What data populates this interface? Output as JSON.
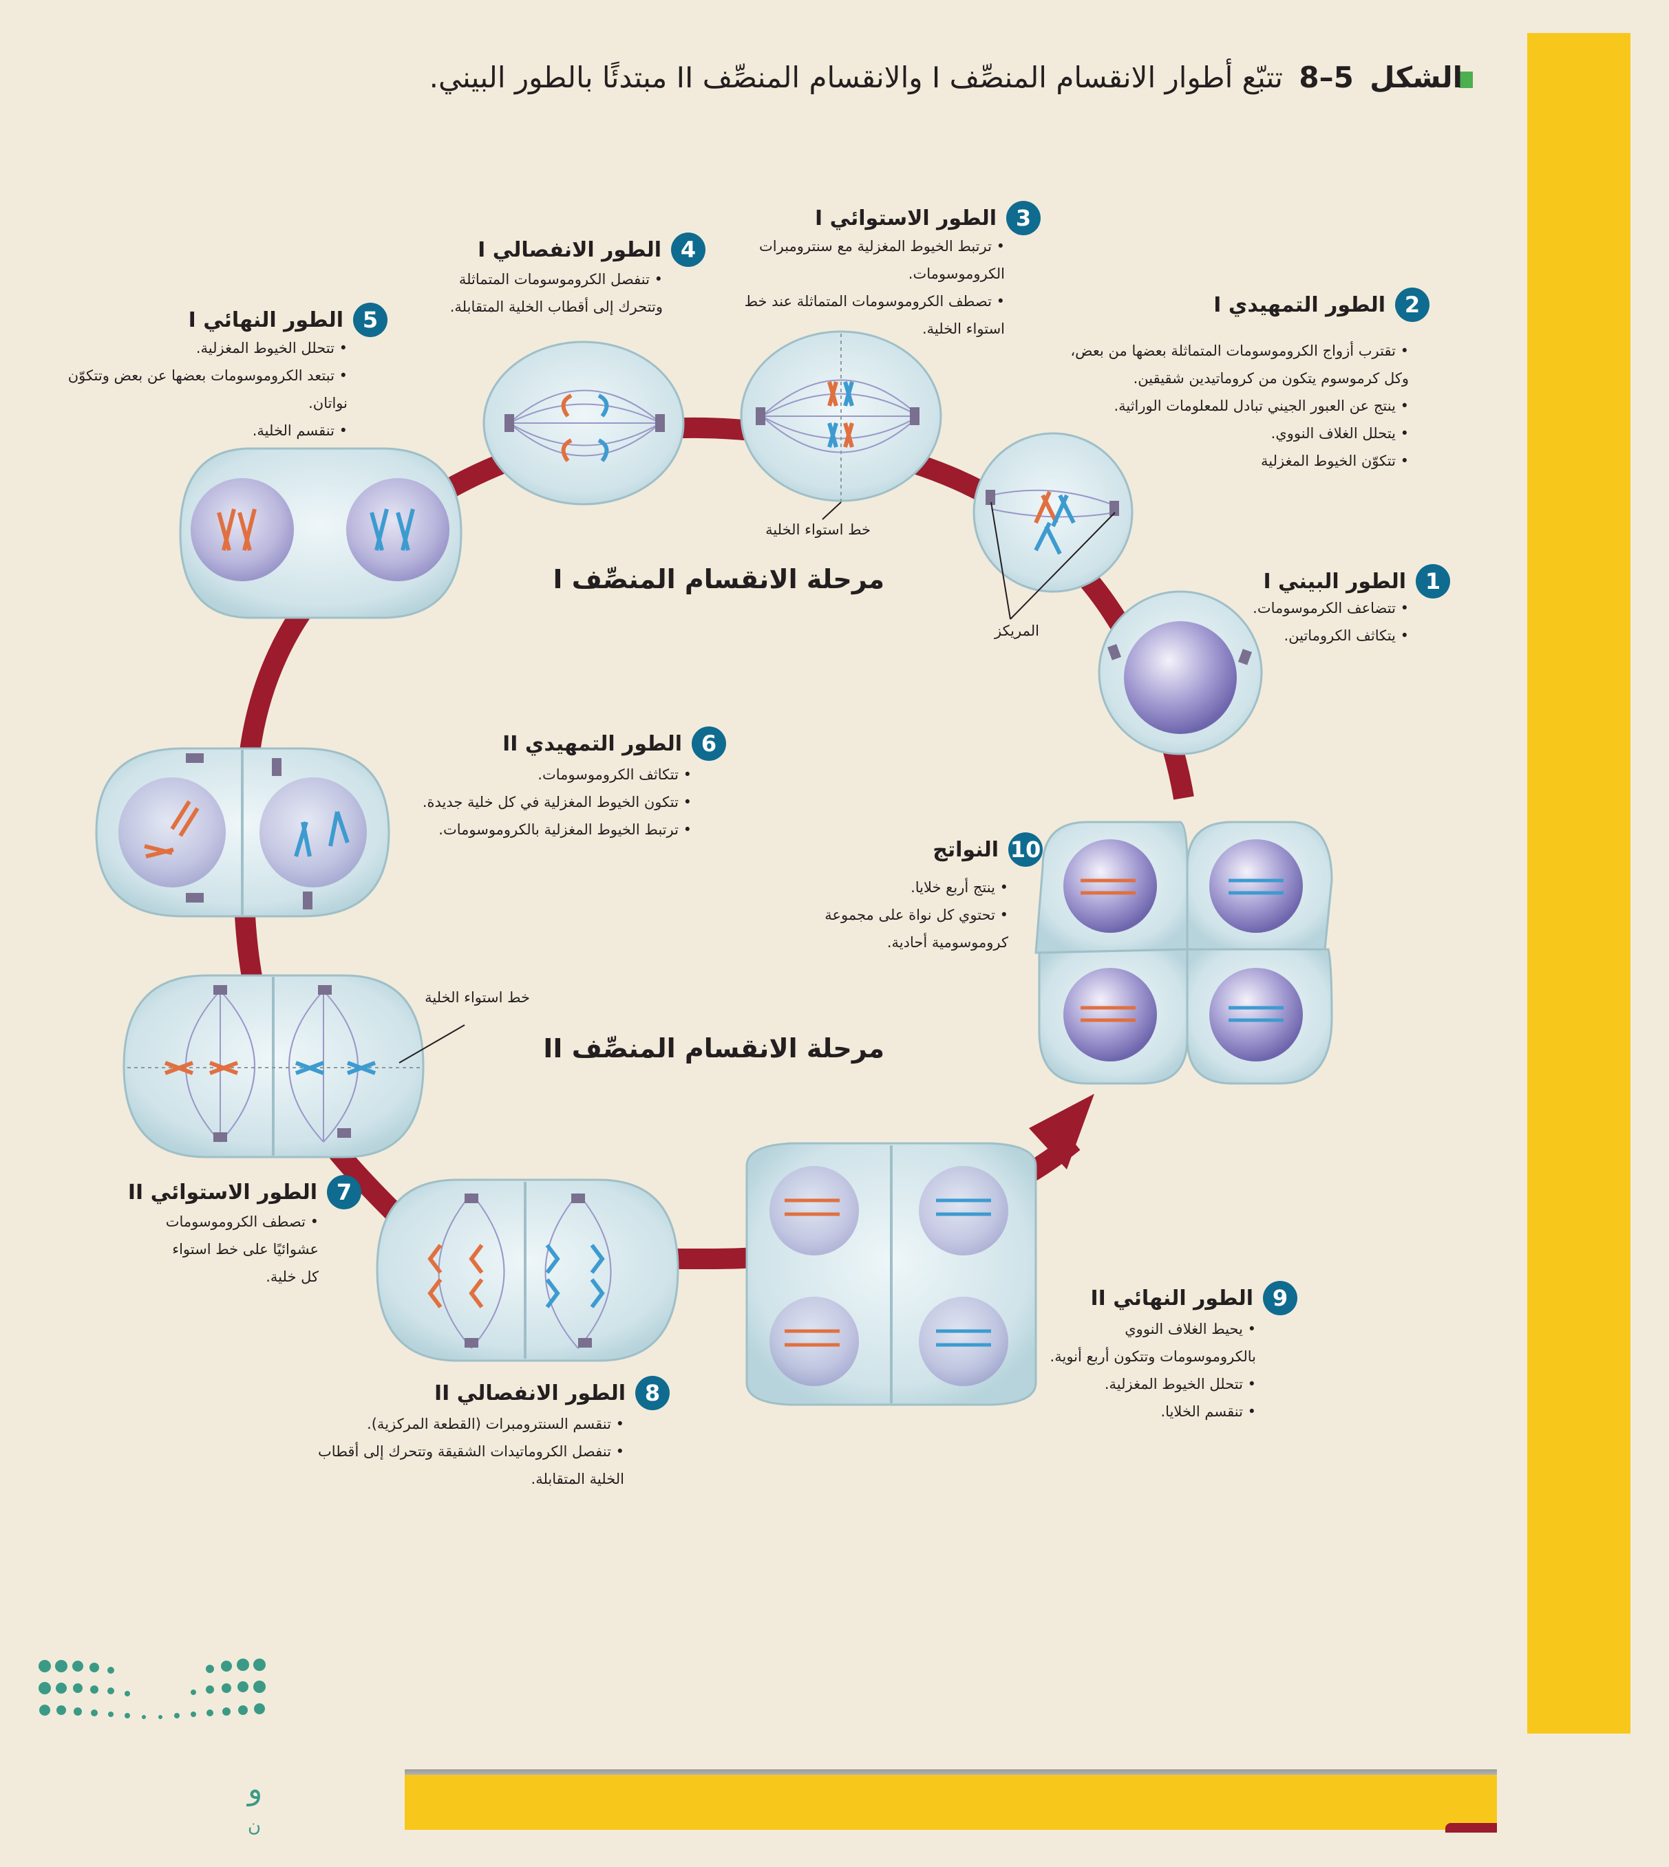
{
  "figure": {
    "label": "الشكل",
    "number": "5–8",
    "caption": "تتبّع أطوار الانقسام المنصِّف I والانقسام المنصِّف II مبتدئًا بالطور البيني."
  },
  "phases": {
    "meiosis_one": "مرحلة الانقسام المنصِّف I",
    "meiosis_two": "مرحلة الانقسام المنصِّف II"
  },
  "labels": {
    "equator_1": "خط استواء الخلية",
    "equator_2": "خط استواء الخلية",
    "centriole": "المريكز"
  },
  "stages": [
    {
      "num": "1",
      "title": "الطور البيني I",
      "bullets": [
        "تتضاعف الكرموسومات.",
        "يتكاثف الكروماتين."
      ]
    },
    {
      "num": "2",
      "title": "الطور التمهيدي I",
      "bullets": [
        "تقترب أزواج الكروموسومات المتماثلة بعضها من بعض،",
        "وكل كرموسوم يتكون من كروماتيدين شقيقين.",
        "ينتج عن العبور الجيني تبادل للمعلومات الوراثية.",
        "يتحلل الغلاف النووي.",
        "تتكوّن الخيوط المغزلية"
      ]
    },
    {
      "num": "3",
      "title": "الطور الاستوائي I",
      "bullets": [
        "ترتبط الخيوط المغزلية مع سنترومبرات",
        "الكروموسومات.",
        "تصطف الكروموسومات المتماثلة عند خط",
        "استواء الخلية."
      ]
    },
    {
      "num": "4",
      "title": "الطور الانفصالي I",
      "bullets": [
        "تنفصل الكروموسومات المتماثلة",
        "وتتحرك إلى أقطاب الخلية المتقابلة."
      ]
    },
    {
      "num": "5",
      "title": "الطور النهائي I",
      "bullets": [
        "تتحلل الخيوط المغزلية.",
        "تبتعد الكروموسومات بعضها عن بعض وتتكوّن",
        "نواتان.",
        "تنقسم الخلية."
      ]
    },
    {
      "num": "6",
      "title": "الطور التمهيدي II",
      "bullets": [
        "تتكاثف الكروموسومات.",
        "تتكون الخيوط المغزلية في كل خلية جديدة.",
        "ترتبط الخيوط المغزلية بالكروموسومات."
      ]
    },
    {
      "num": "7",
      "title": "الطور الاستوائي II",
      "bullets": [
        "تصطف الكروموسومات",
        "عشوائيًا على خط استواء",
        "كل خلية."
      ]
    },
    {
      "num": "8",
      "title": "الطور الانفصالي II",
      "bullets": [
        "تنقسم السنترومبرات (القطعة المركزية).",
        "تنفصل الكروماتيدات الشقيقة وتتحرك إلى أقطاب",
        "الخلية المتقابلة."
      ]
    },
    {
      "num": "9",
      "title": "الطور النهائي II",
      "bullets": [
        "يحيط الغلاف النووي",
        "بالكروموسومات وتتكون أربع أنوية.",
        "تتحلل الخيوط المغزلية.",
        "تنقسم الخلايا."
      ]
    },
    {
      "num": "10",
      "title": "النواتج",
      "bullets": [
        "ينتج أربع خلايا.",
        "تحتوي كل نواة على مجموعة",
        "كروموسومية أحادية."
      ]
    }
  ],
  "logo": {
    "letter": "و",
    "sub": "ن"
  },
  "colors": {
    "arrow": "#9c1b2c",
    "badge": "#0f6b8f",
    "accent_yellow": "#f8c71b",
    "cell_fill": "#d8e9ee",
    "nucleus": "#a9a3d3",
    "chrom_red": "#e0703f",
    "chrom_blue": "#3d9bd0"
  }
}
